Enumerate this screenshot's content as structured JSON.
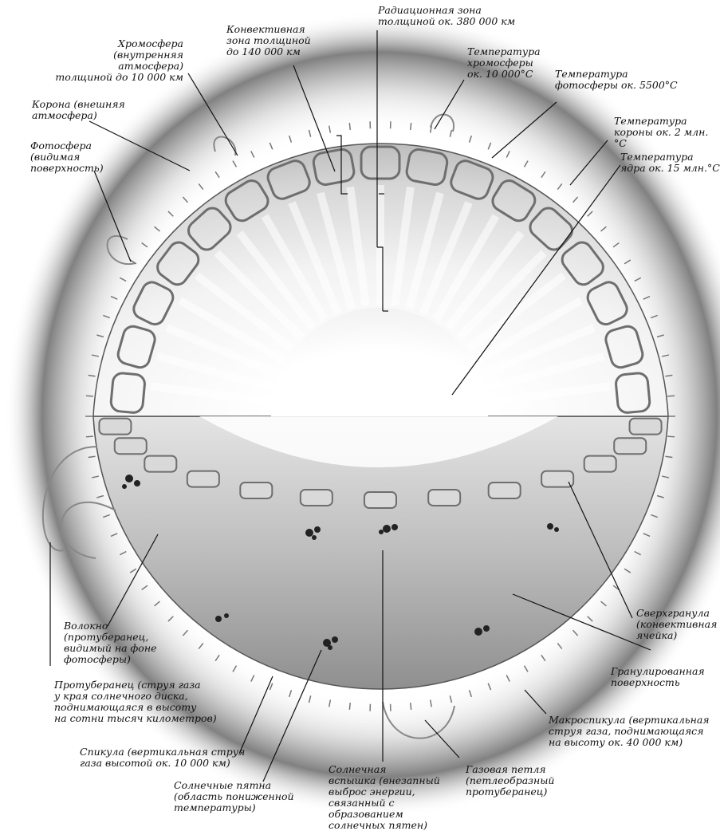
{
  "labels": {
    "radiative_zone": "Радиационная зона\nтолщиной ок. 380 000 км",
    "convective_zone": "Конвективная\nзона толщиной\nдо 140 000 км",
    "chromosphere": "Хромосфера\n(внутренняя атмосфера)\nтолщиной до 10 000 км",
    "chromosphere_temp": "Температура\nхромосферы\nок. 10 000°С",
    "photosphere_temp": "Температура\nфотосферы ок. 5500°С",
    "corona": "Корона (внешняя\nатмосфера)",
    "corona_temp": "Температура\nкороны ок. 2 млн.°С",
    "photosphere": "Фотосфера\n(видимая\nповерхность)",
    "core_temp": "Температура\nядра ок. 15 млн.°С",
    "filament": "Волокно\n(протуберанец,\nвидимый на фоне\nфотосферы)",
    "supergranule": "Сверхгранула\n(конвективная\nячейка)",
    "granulated": "Гранулированная\nповерхность",
    "prominence": "Протуберанец (струя газа\nу края солнечного диска,\nподнимающаяся в высоту\nна сотни тысяч километров)",
    "macrospicule": "Макроспикула (вертикальная\nструя газа, поднимающаяся\nна высоту ок. 40 000 км)",
    "spicule": "Спикула (вертикальная струя\nгаза высотой ок. 10 000 км)",
    "solar_flare": "Солнечная\nвспышка (внезапный\nвыброс энергии,\nсвязанный с\nобразованием\nсолнечных пятен)",
    "gas_loop": "Газовая петля\n(петлеобразный\nпротуберанец)",
    "sunspots": "Солнечные пятна\n(область пониженной\nтемпературы)"
  }
}
